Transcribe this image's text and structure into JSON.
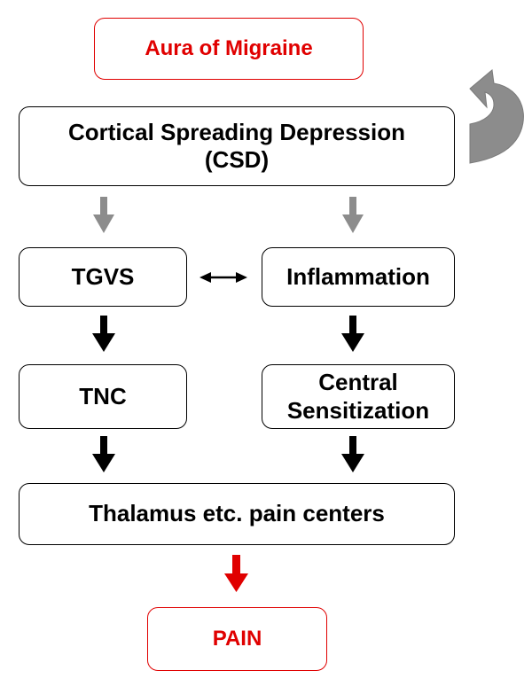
{
  "boxes": {
    "aura": "Aura of Migraine",
    "csd_line1": "Cortical Spreading Depression",
    "csd_line2": "(CSD)",
    "tgvs": "TGVS",
    "inflammation": "Inflammation",
    "tnc": "TNC",
    "central_line1": "Central",
    "central_line2": "Sensitization",
    "thalamus": "Thalamus etc. pain centers",
    "pain": "PAIN"
  },
  "colors": {
    "red": "#e00000",
    "gray": "#8c8c8c",
    "black": "#000000"
  }
}
